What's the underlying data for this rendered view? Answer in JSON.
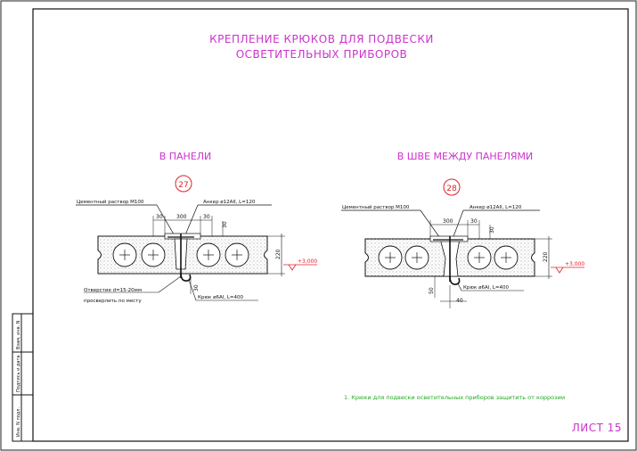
{
  "title": {
    "line1": "КРЕПЛЕНИЕ КРЮКОВ ДЛЯ ПОДВЕСКИ",
    "line2": "ОСВЕТИТЕЛЬНЫХ ПРИБОРОВ"
  },
  "left_detail": {
    "heading": "В ПАНЕЛИ",
    "number": "27",
    "label_mortar": "Цементный раствор М100",
    "label_anchor": "Анкер ø12АII, L=120",
    "dim_left": "30",
    "dim_mid": "300",
    "dim_right": "30",
    "dim_small": "30",
    "dim_height": "220",
    "level": "+3,000",
    "label_hole_1": "Отверстие d=15-20мм",
    "label_hole_2": "просверлить по месту",
    "label_hook": "Крюк ø6АI, L=400",
    "dim_hook": "30"
  },
  "right_detail": {
    "heading": "В ШВЕ МЕЖДУ ПАНЕЛЯМИ",
    "number": "28",
    "label_mortar": "Цементный раствор М100",
    "label_anchor": "Анкер ø12АII, L=120",
    "dim_mid": "300",
    "dim_right": "30",
    "dim_small": "30",
    "dim_height": "220",
    "level": "+3,000",
    "label_hook": "Крюк ø6АI, L=400",
    "dim_hook": "50",
    "dim_bottom": "40"
  },
  "note": "1. Крюки для подвески осветительных приборов защитить от коррозии",
  "sheet_label": "ЛИСТ 15",
  "side_stamp": {
    "cell1": "Инв. N подл.",
    "cell2": "Подпись и дата",
    "cell3": "Взам. инв. N"
  },
  "colors": {
    "magenta": "#cc33cc",
    "red": "#e0202a",
    "green": "#22aa22",
    "ink": "#111111"
  }
}
